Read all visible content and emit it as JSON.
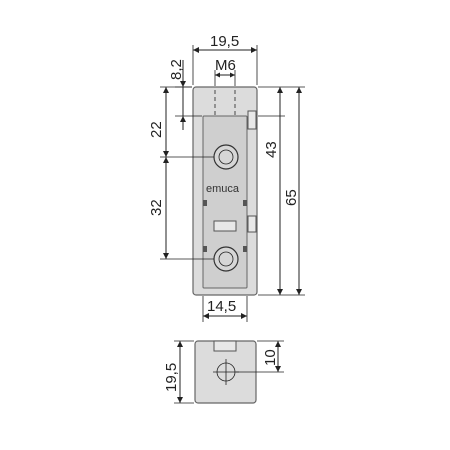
{
  "brand": {
    "name": "emuca"
  },
  "dimensions": {
    "overall_width": "19,5",
    "thread": "M6",
    "top_offset": "8,2",
    "first_hole_offset": "22",
    "hole_spacing": "32",
    "hole_to_bottom": "43",
    "overall_height": "65",
    "bottom_width": "14,5",
    "side_height": "19,5",
    "side_hole_offset": "10"
  }
}
